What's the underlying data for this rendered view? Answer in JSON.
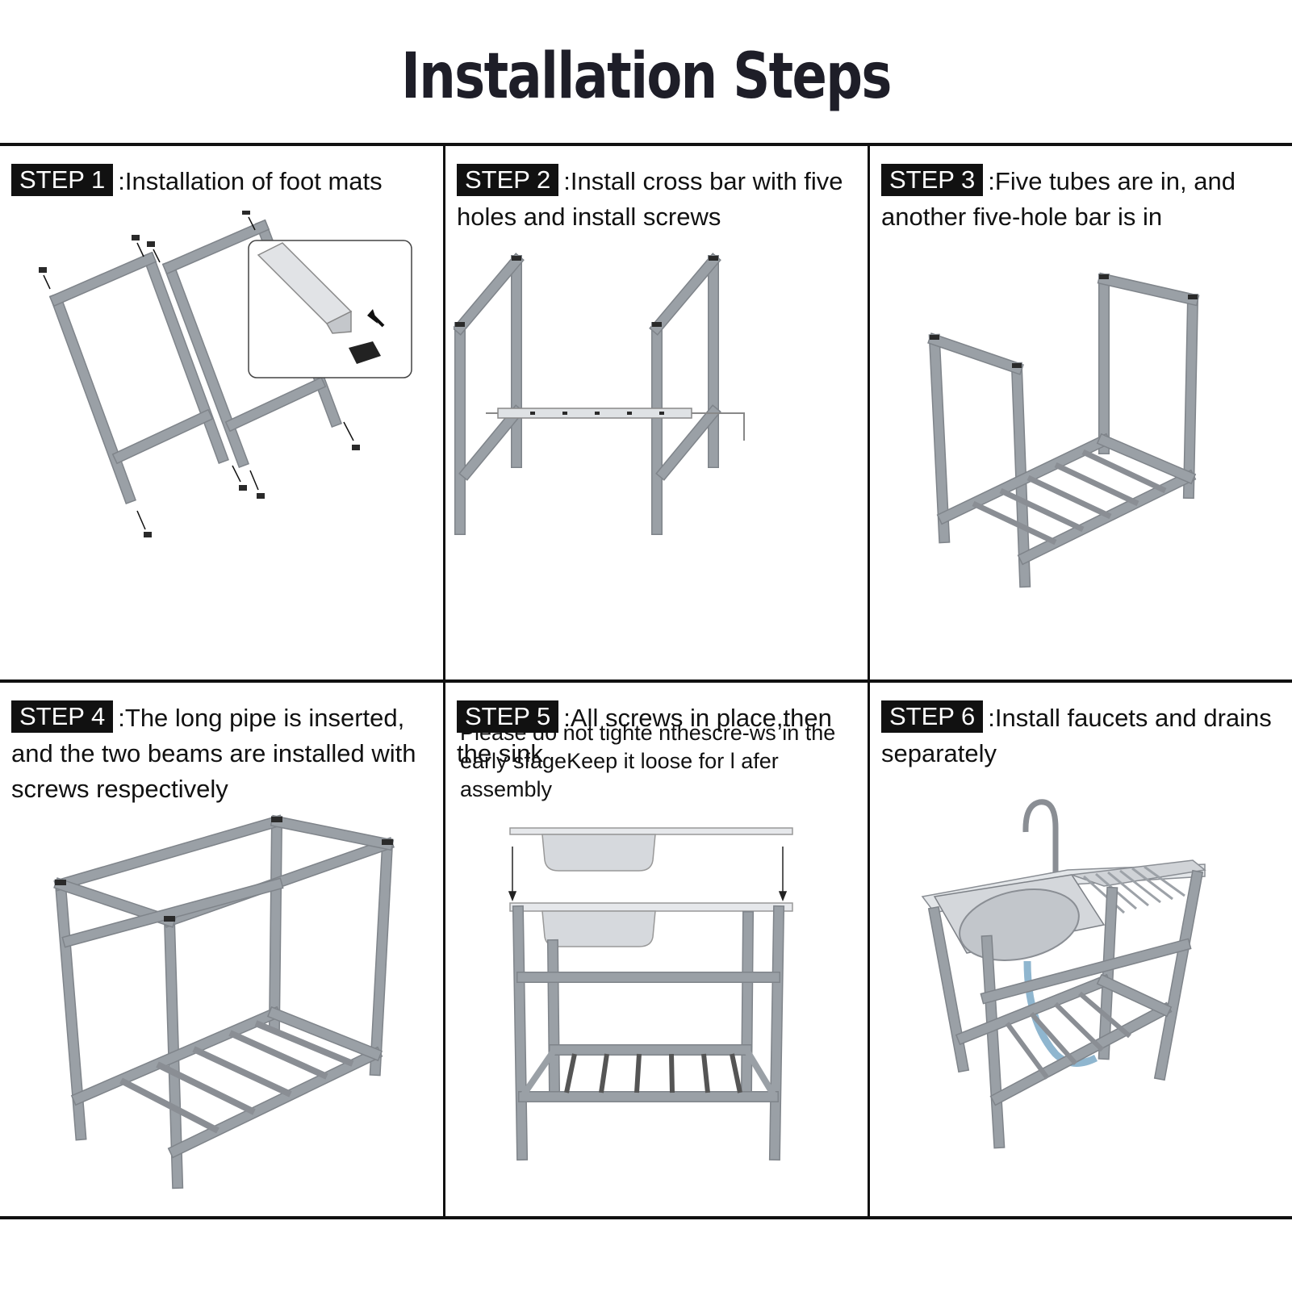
{
  "title": "Installation Steps",
  "steps": [
    {
      "tag": "STEP 1",
      "text": ":Installation of foot mats"
    },
    {
      "tag": "STEP 2",
      "text": ":Install cross bar with five holes and install screws"
    },
    {
      "tag": "STEP 3",
      "text": ":Five tubes are in, and another five-hole bar is in"
    },
    {
      "tag": "STEP 4",
      "text": ":The long pipe is inserted, and the two beams are installed with screws respectively"
    },
    {
      "tag": "STEP 5",
      "text": ":All screws in place,then the sink"
    },
    {
      "tag": "STEP 6",
      "text": ":Install faucets and drains separately"
    }
  ],
  "step2_note": "Please do not tighte nthescre-ws in the early sfageKeep it loose for l afer assembly",
  "colors": {
    "frame": "#111111",
    "tag_bg": "#111111",
    "tag_text": "#ffffff",
    "steel": "#c8ccd1"
  }
}
